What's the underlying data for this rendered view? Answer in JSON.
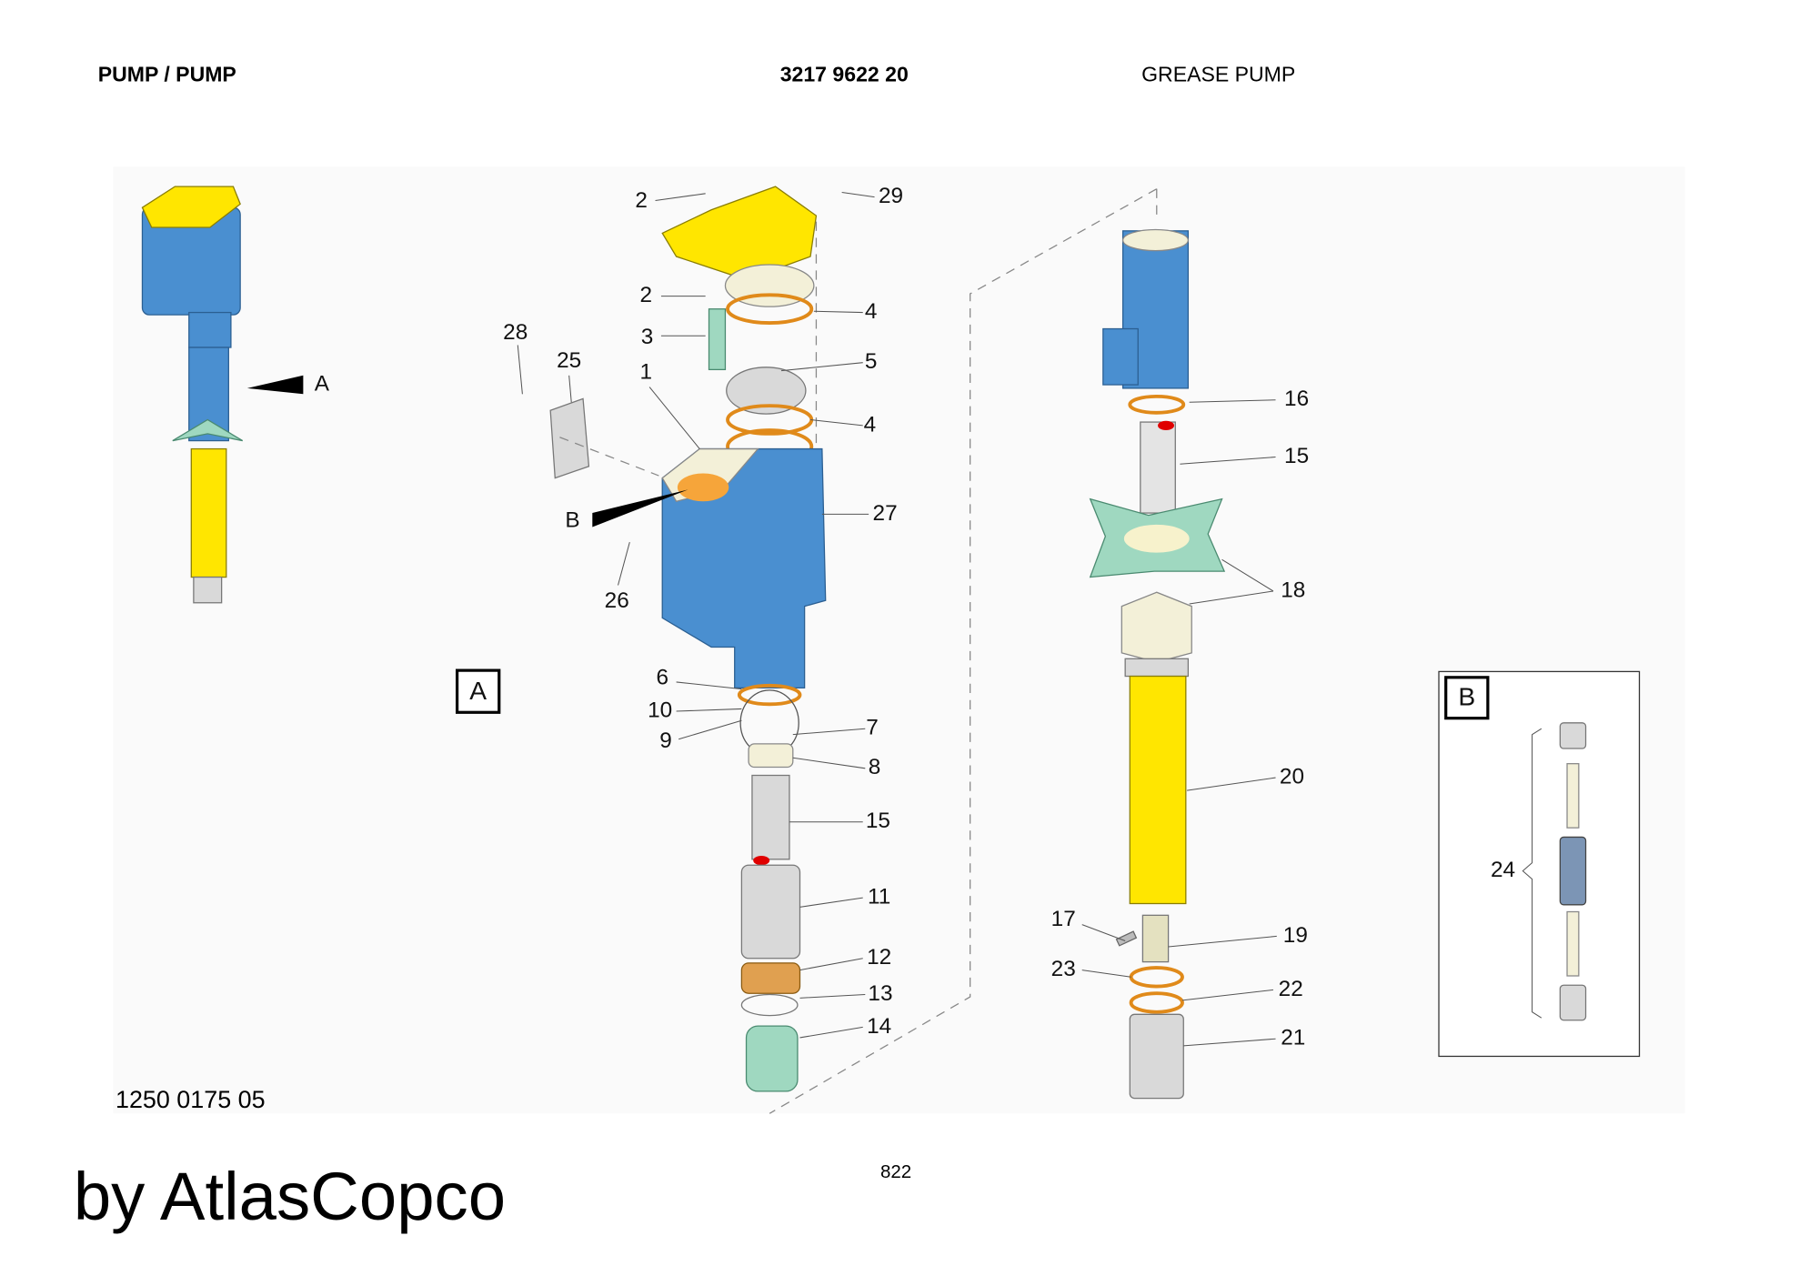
{
  "header": {
    "section": "PUMP / PUMP",
    "part_number": "3217 9622 20",
    "description": "GREASE PUMP"
  },
  "drawing_number": "1250 0175 05",
  "page_number": "822",
  "watermark": "by AtlasCopco",
  "detail_labels": {
    "a": "A",
    "b": "B"
  },
  "callouts": {
    "overview_a": "A",
    "c2a": "2",
    "c29": "29",
    "c2b": "2",
    "c4a": "4",
    "c3": "3",
    "c28": "28",
    "c25": "25",
    "c1": "1",
    "c5": "5",
    "c4b": "4",
    "cB": "B",
    "c27": "27",
    "c26": "26",
    "c6": "6",
    "c10": "10",
    "c9": "9",
    "c7": "7",
    "c8": "8",
    "c15a": "15",
    "c11": "11",
    "c12": "12",
    "c13": "13",
    "c14": "14",
    "c16": "16",
    "c15b": "15",
    "c18": "18",
    "c20": "20",
    "c17": "17",
    "c19": "19",
    "c23": "23",
    "c22": "22",
    "c21": "21",
    "c24": "24"
  }
}
